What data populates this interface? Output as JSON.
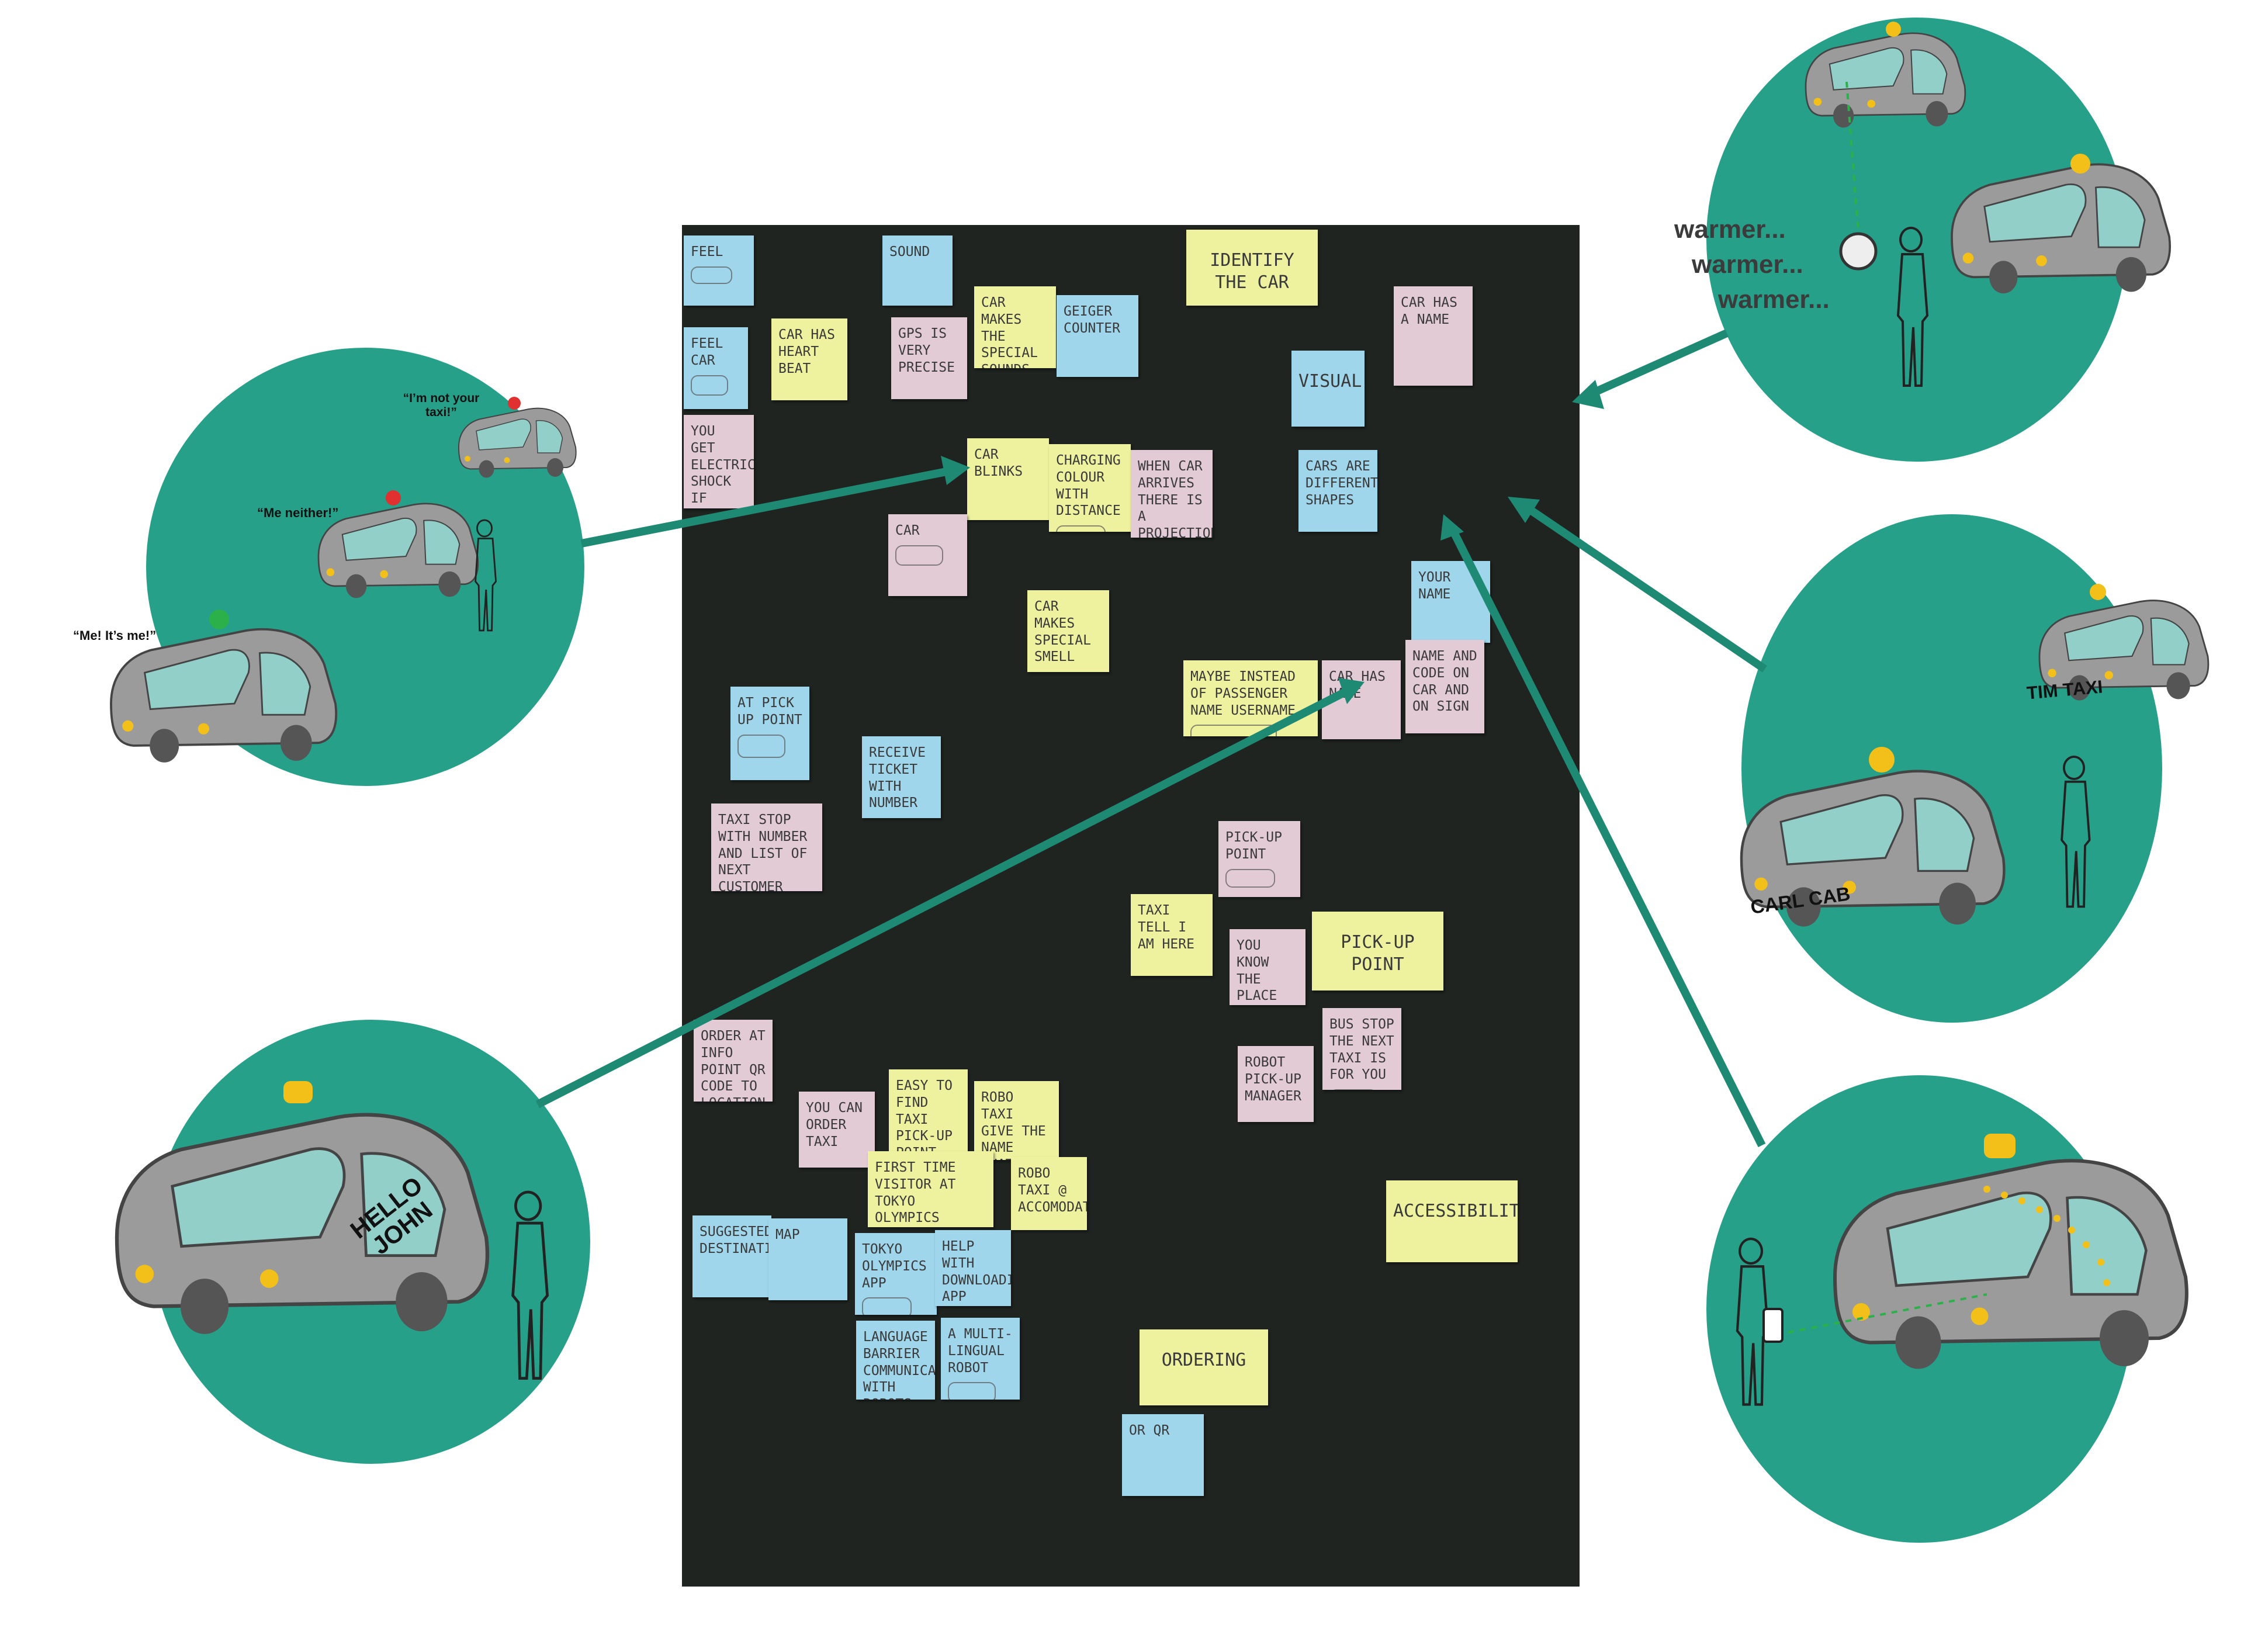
{
  "board_notes": [
    {
      "text": "FEEL",
      "color": "blue"
    },
    {
      "text": "SOUND",
      "color": "blue"
    },
    {
      "text": "IDENTIFY THE CAR",
      "color": "yellow"
    },
    {
      "text": "FEEL CAR",
      "color": "blue"
    },
    {
      "text": "CAR HAS HEART BEAT",
      "color": "yellow"
    },
    {
      "text": "GPS IS VERY PRECISE",
      "color": "pink"
    },
    {
      "text": "CAR makes the special sounds",
      "color": "yellow"
    },
    {
      "text": "GEIGER COUNTER",
      "color": "blue"
    },
    {
      "text": "CAR HAS A NAME",
      "color": "pink"
    },
    {
      "text": "VISUAL",
      "color": "blue"
    },
    {
      "text": "YOU GET ELECTRIC SHOCK IF TOUCH WRONG CAR",
      "color": "pink"
    },
    {
      "text": "CAR BLINKS",
      "color": "yellow"
    },
    {
      "text": "Charging Colour with distance",
      "color": "yellow"
    },
    {
      "text": "WHEN CAR ARRIVES THERE IS A PROJECTION ON THE ROAD",
      "color": "pink"
    },
    {
      "text": "CARS ARE DIFFERENT SHAPES",
      "color": "blue"
    },
    {
      "text": "CAR",
      "color": "pink"
    },
    {
      "text": "Car makes special smell",
      "color": "yellow"
    },
    {
      "text": "YOUR NAME",
      "color": "blue"
    },
    {
      "text": "Maybe instead of passenger name username",
      "color": "yellow"
    },
    {
      "text": "CAR HAS NAME",
      "color": "pink"
    },
    {
      "text": "NAME AND CODE ON CAR AND ON SIGN",
      "color": "pink"
    },
    {
      "text": "AT PICK UP POINT",
      "color": "blue"
    },
    {
      "text": "receive ticket with number",
      "color": "blue"
    },
    {
      "text": "TAXI STOP WITH NUMBER AND LIST OF NEXT CUSTOMER",
      "color": "pink"
    },
    {
      "text": "PICK-UP POINT",
      "color": "pink"
    },
    {
      "text": "TAXI Tell I am HERE",
      "color": "yellow"
    },
    {
      "text": "YOU KNOW THE PLACE",
      "color": "pink"
    },
    {
      "text": "PICK-UP POINT",
      "color": "yellow"
    },
    {
      "text": "ORDER AT INFO POINT QR CODE TO LOCATION MAP",
      "color": "pink"
    },
    {
      "text": "ROBOT PICK-UP MANAGER",
      "color": "pink"
    },
    {
      "text": "BUS STOP THE NEXT TAXI IS FOR YOU",
      "color": "pink"
    },
    {
      "text": "YOU CAN ORDER TAXI",
      "color": "pink"
    },
    {
      "text": "EASY TO FIND TAXI PICK-UP POINT",
      "color": "yellow"
    },
    {
      "text": "Robo taxi give the name that called people",
      "color": "yellow"
    },
    {
      "text": "First time visitor at Tokyo Olympics",
      "color": "yellow"
    },
    {
      "text": "Robo Taxi @ accomodation",
      "color": "yellow"
    },
    {
      "text": "ACCESSIBILITY",
      "color": "yellow"
    },
    {
      "text": "suggested destination",
      "color": "blue"
    },
    {
      "text": "MAP",
      "color": "blue"
    },
    {
      "text": "TOKYO OLYMPICS APP",
      "color": "blue"
    },
    {
      "text": "help with downloading app first time use",
      "color": "blue"
    },
    {
      "text": "language barrier communicating with robots",
      "color": "blue"
    },
    {
      "text": "A multi-lingual robot",
      "color": "blue"
    },
    {
      "text": "ORDERING",
      "color": "yellow"
    },
    {
      "text": "or QR",
      "color": "blue"
    }
  ],
  "scenes": {
    "left_top": {
      "quote1": "“I’m not your taxi!”",
      "quote2": "“Me neither!”",
      "quote3": "“Me! It’s me!”"
    },
    "right_top": {
      "warmer": [
        "warmer...",
        "warmer...",
        "warmer..."
      ]
    },
    "right_mid": {
      "taxi1": "TIM TAXI",
      "taxi2": "CARL CAB"
    },
    "left_bottom": {
      "door_text": "HELLO JOHN"
    }
  },
  "colors": {
    "teal": "#27a08a",
    "board": "#1f2421",
    "car_body": "#9b9b9b",
    "car_window": "#93cfc9",
    "roof_light": "#f2c019",
    "arrow": "#1f8a74"
  }
}
